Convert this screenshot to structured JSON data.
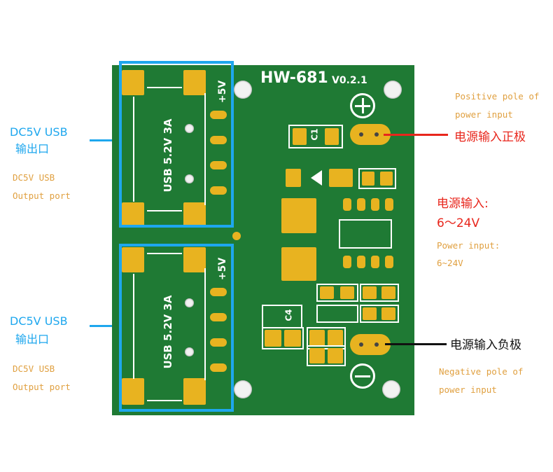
{
  "board": {
    "model": "HW-681",
    "version": "V0.2.1",
    "usb_top_label": "USB  5.2V  3A",
    "usb_bottom_label": "USB  5.2V  3A",
    "plus5v_top": "+5V",
    "plus5v_bottom": "+5V",
    "c1": "C1",
    "c4": "C4"
  },
  "left": {
    "top_title": "DC5V USB",
    "top_title_cn": "输出口",
    "top_desc_1": "DC5V USB",
    "top_desc_2": "Output port",
    "bottom_title": "DC5V USB",
    "bottom_title_cn": "输出口",
    "bottom_desc_1": "DC5V USB",
    "bottom_desc_2": "Output port"
  },
  "right": {
    "pos_desc_1": "Positive pole of",
    "pos_desc_2": "power input",
    "pos_cn": "电源输入正极",
    "power_cn": "电源输入:",
    "power_range": "6～24V",
    "power_desc_1": "Power input:",
    "power_desc_2": "6~24V",
    "neg_cn": "电源输入负极",
    "neg_desc_1": "Negative pole of",
    "neg_desc_2": "power input"
  },
  "colors": {
    "board_green": "#1f7a34",
    "pad_gold": "#e8b320",
    "callout_blue": "#1ea7ee",
    "label_orange": "#e0a040",
    "label_red": "#e8261c"
  }
}
